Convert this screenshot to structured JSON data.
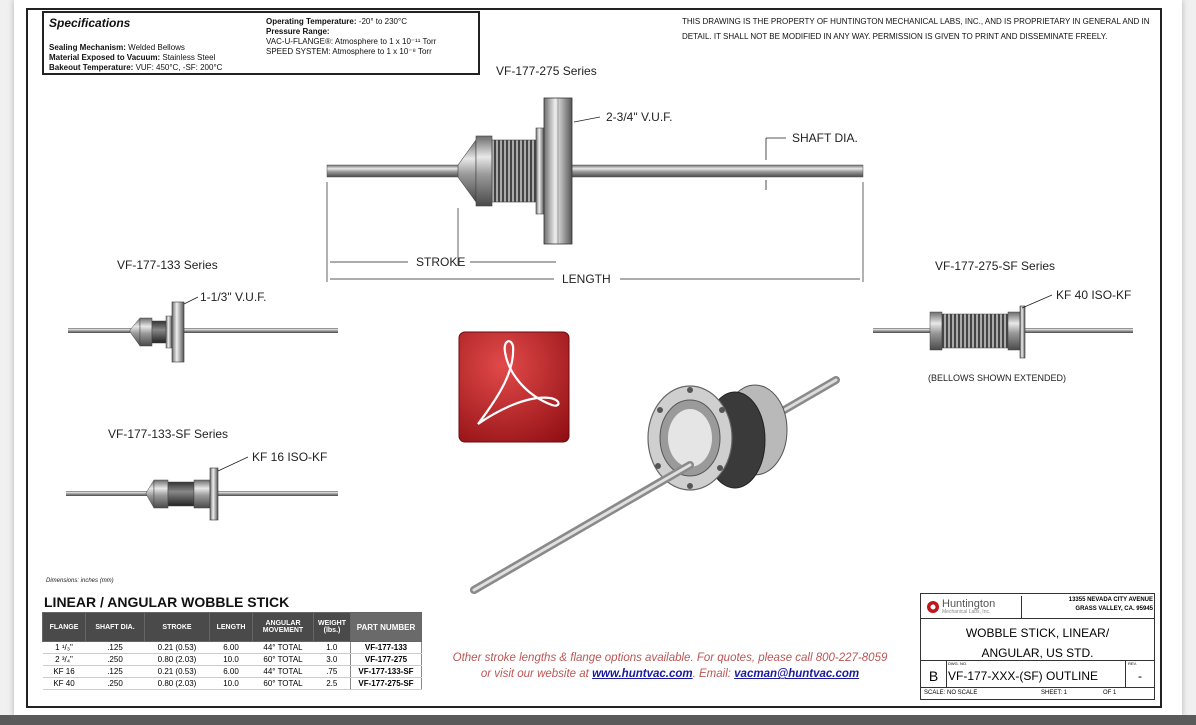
{
  "specs": {
    "title": "Specifications",
    "sealing_label": "Sealing Mechanism:",
    "sealing_value": "Welded Bellows",
    "material_label": "Material Exposed to Vacuum:",
    "material_value": "Stainless Steel",
    "bakeout_label": "Bakeout Temperature:",
    "bakeout_value": "VUF: 450°C,  -SF: 200°C",
    "optemp_label": "Operating Temperature:",
    "optemp_value": "-20° to 230°C",
    "pressure_label": "Pressure Range:",
    "vuf_label": "VAC-U-FLANGE®:",
    "vuf_value": "Atmosphere to 1 x 10⁻¹¹ Torr",
    "speed_label": "SPEED SYSTEM:",
    "speed_value": "Atmosphere to 1 x 10⁻⁸ Torr"
  },
  "notice": "THIS DRAWING IS THE PROPERTY OF HUNTINGTON MECHANICAL LABS, INC., AND IS PROPRIETARY IN GENERAL AND IN DETAIL.  IT SHALL NOT BE MODIFIED IN ANY WAY.  PERMISSION IS GIVEN TO PRINT AND DISSEMINATE FREELY.",
  "labels": {
    "series_275": "VF-177-275  Series",
    "flange_275": "2-3/4\" V.U.F.",
    "shaft_dia": "SHAFT DIA.",
    "stroke": "STROKE",
    "length": "LENGTH",
    "series_133": "VF-177-133  Series",
    "flange_133": "1-1/3\" V.U.F.",
    "series_275sf": "VF-177-275-SF  Series",
    "flange_275sf": "KF 40  ISO-KF",
    "bellows_note": "(BELLOWS SHOWN EXTENDED)",
    "series_133sf": "VF-177-133-SF  Series",
    "flange_133sf": "KF 16  ISO-KF",
    "dimensions": "Dimensions:  inches (mm)"
  },
  "table": {
    "title": "LINEAR / ANGULAR WOBBLE STICK",
    "headers": [
      "FLANGE",
      "SHAFT DIA.",
      "STROKE",
      "LENGTH",
      "ANGULAR MOVEMENT",
      "WEIGHT (lbs.)",
      "PART NUMBER"
    ],
    "rows": [
      [
        "1 ¹/₃\"",
        ".125",
        "0.21 (0.53)",
        "6.00",
        "44° TOTAL",
        "1.0",
        "VF-177-133"
      ],
      [
        "2 ³/₄\"",
        ".250",
        "0.80 (2.03)",
        "10.0",
        "60° TOTAL",
        "3.0",
        "VF-177-275"
      ],
      [
        "KF 16",
        ".125",
        "0.21 (0.53)",
        "6.00",
        "44° TOTAL",
        ".75",
        "VF-177-133-SF"
      ],
      [
        "KF 40",
        ".250",
        "0.80 (2.03)",
        "10.0",
        "60° TOTAL",
        "2.5",
        "VF-177-275-SF"
      ]
    ]
  },
  "promo": {
    "line1": "Other stroke lengths & flange options available.  For quotes, please call 800-227-8059",
    "line2a": "or visit our website at ",
    "website": "www.huntvac.com",
    "line2b": ".  Email: ",
    "email": "vacman@huntvac.com"
  },
  "titleblock": {
    "logo": "Huntington",
    "logo_sub": "Mechanical Labs, Inc.",
    "address1": "13355 NEVADA CITY AVENUE",
    "address2": "GRASS VALLEY, CA. 95945",
    "title1": "WOBBLE STICK, LINEAR/",
    "title2": "ANGULAR, US STD.",
    "size": "B",
    "dwg_label": "DWG. NO.",
    "dwg": "VF-177-XXX-(SF) OUTLINE",
    "rev_label": "REV.",
    "rev": "-",
    "scale": "SCALE:  NO SCALE",
    "sheet": "SHEET:  1",
    "of": "OF  1"
  },
  "colors": {
    "pdf_red": "#c0161b",
    "promo": "#b55555",
    "link": "#1a1aa0"
  },
  "icons": {
    "pdf": "adobe-pdf-icon"
  }
}
